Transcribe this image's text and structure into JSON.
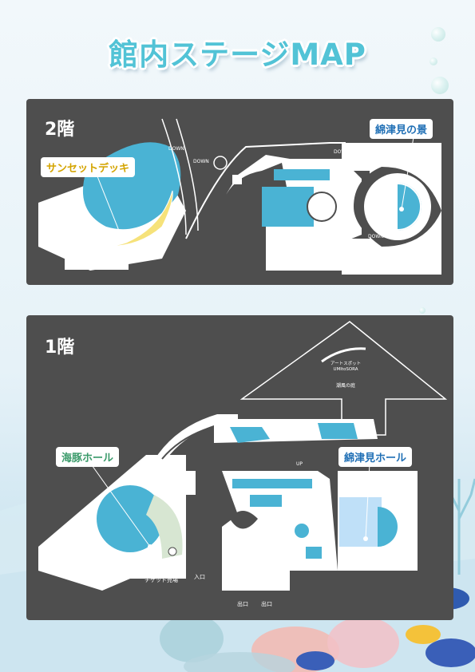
{
  "title": "館内ステージMAP",
  "floor2": {
    "label": "2階",
    "callouts": {
      "sunset_deck": "サンセットデッキ",
      "watatsumi_view": "綿津見の景"
    },
    "signs": {
      "down": "DOWN"
    }
  },
  "floor1": {
    "label": "1階",
    "callouts": {
      "dolphin_hall": "海豚ホール",
      "watatsumi_hall": "綿津見ホール"
    },
    "art_spot": {
      "line1": "アートスポット",
      "line2": "UMItoSORA",
      "caption": "潮風の庭"
    },
    "ticket": "チケット売場",
    "entrance": "入口",
    "exit": "出口",
    "up": "UP"
  },
  "colors": {
    "panel_bg": "#4e4e4e",
    "water_blue": "#4ab3d4",
    "title_cyan": "#52c3d6",
    "sunset_yellow": "#f6e27a",
    "light_blue_area": "#bfe0f8"
  }
}
